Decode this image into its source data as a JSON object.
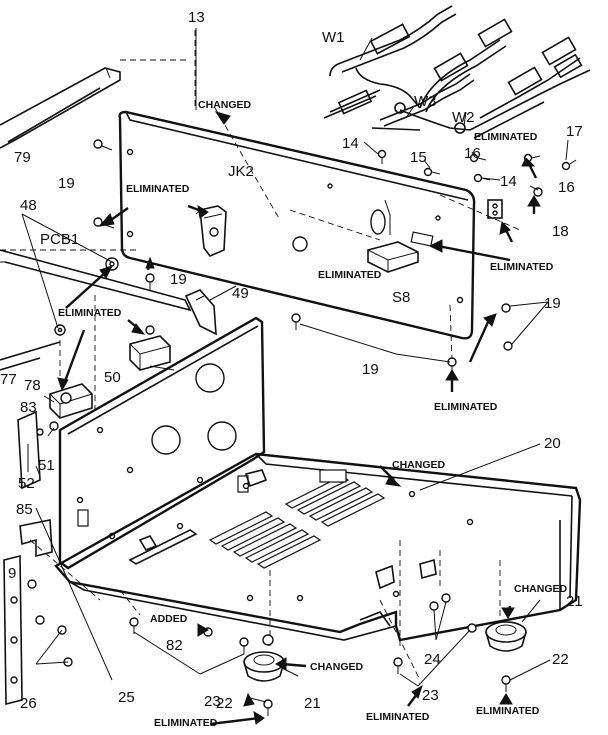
{
  "diagram": {
    "notes": {
      "changed": "CHANGED",
      "eliminated": "ELIMINATED",
      "added": "ADDED"
    },
    "parts": {
      "p13": "13",
      "w1": "W1",
      "w2": "W2",
      "w3": "W3",
      "p14": "14",
      "p15": "15",
      "p16": "16",
      "p17": "17",
      "p18": "18",
      "p19": "19",
      "p20": "20",
      "p21": "21",
      "p22": "22",
      "p23": "23",
      "p24": "24",
      "p25": "25",
      "p26": "26",
      "p48": "48",
      "p49": "49",
      "p50": "50",
      "p51": "51",
      "p52": "52",
      "p77": "77",
      "p78": "78",
      "p79": "79",
      "p82": "82",
      "p83": "83",
      "p85": "85",
      "jk2": "JK2",
      "pcb1": "PCB1",
      "s8": "S8",
      "p9": "9"
    }
  }
}
